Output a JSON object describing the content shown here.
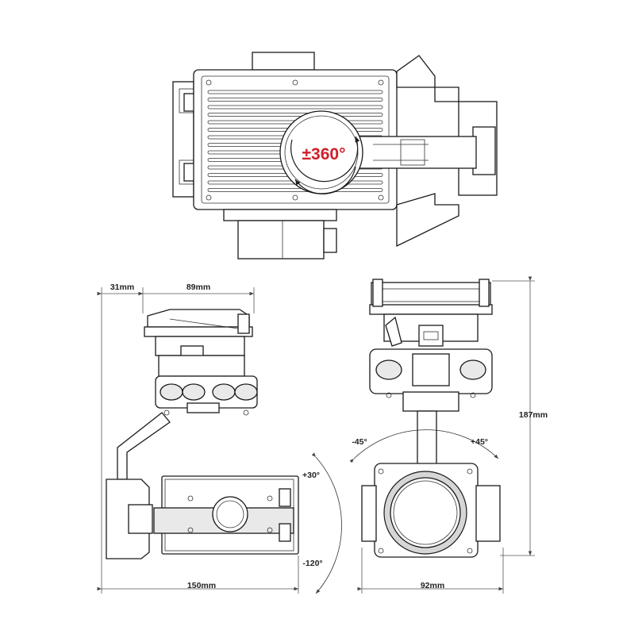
{
  "top_view": {
    "rotation_label": "±360°",
    "rotation_color": "#d0202a"
  },
  "side_view": {
    "dim_depth_offset": "31mm",
    "dim_body_width": "89mm",
    "dim_total_length": "150mm",
    "tilt_up": "+30°",
    "tilt_down": "-120°"
  },
  "front_view": {
    "dim_height": "187mm",
    "dim_width": "92mm",
    "roll_left": "-45°",
    "roll_right": "+45°"
  }
}
